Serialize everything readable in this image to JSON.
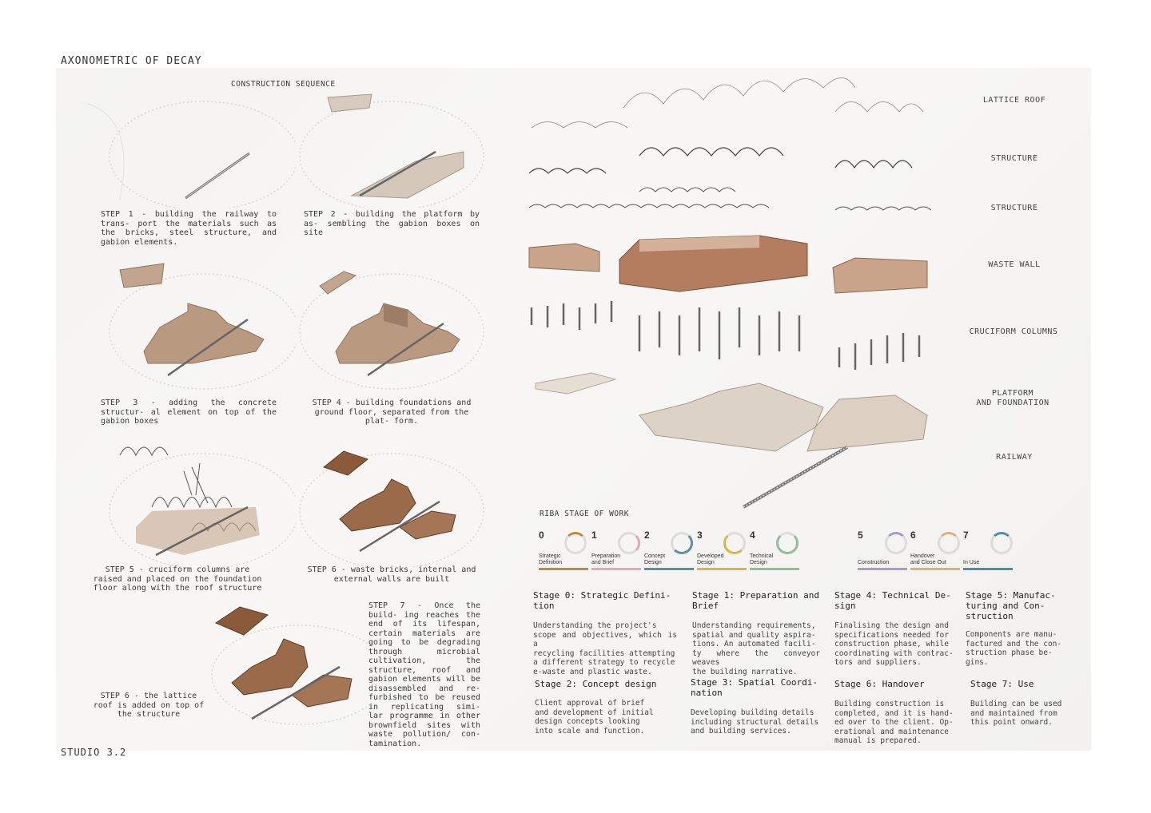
{
  "title": "AXONOMETRIC OF DECAY",
  "footer": "STUDIO 3.2",
  "sequence_title": "CONSTRUCTION SEQUENCE",
  "steps": [
    {
      "text": "STEP 1 - building the railway to trans-\nport the materials such as the bricks,\nsteel structure, and gabion elements."
    },
    {
      "text": "STEP 2 - building the platform by as-\nsembling the gabion boxes on site"
    },
    {
      "text": "STEP 3 - adding the concrete structur-\nal element on top of the gabion boxes"
    },
    {
      "text": "STEP 4 - building foundations and\nground floor, separated from the plat-\nform."
    },
    {
      "text": "STEP 5 - cruciform columns are raised\nand placed on the foundation floor\nalong with the roof structure"
    },
    {
      "text": "STEP 6 - waste bricks, internal and\nexternal walls are built"
    },
    {
      "text": "STEP 6 - the lattice roof\nis added on top of the\nstructure"
    },
    {
      "text": "STEP 7 - Once the build-\ning reaches the end of\nits lifespan, certain\nmaterials are going to\nbe degrading through\nmicrobial cultivation,\nthe structure, roof and\ngabion elements will be\ndisassembled and re-\nfurbished to be reused\nin replicating simi-\nlar programme in other\nbrownfield sites with\nwaste pollution/ con-\ntamination."
    }
  ],
  "layers": [
    "LATTICE ROOF",
    "STRUCTURE",
    "STRUCTURE",
    "WASTE WALL",
    "CRUCIFORM COLUMNS",
    "PLATFORM\nAND FOUNDATION",
    "RAILWAY"
  ],
  "riba": {
    "title": "RIBA STAGE OF WORK",
    "stages": [
      {
        "num": "0",
        "name": "Strategic\nDefinition",
        "color": "#c08a3e"
      },
      {
        "num": "1",
        "name": "Preparation\nand Brief",
        "color": "#e3a8b8"
      },
      {
        "num": "2",
        "name": "Concept\nDesign",
        "color": "#5b8fa8"
      },
      {
        "num": "3",
        "name": "Developed\nDesign",
        "color": "#d4b84a"
      },
      {
        "num": "4",
        "name": "Technical\nDesign",
        "color": "#8fbf9a"
      },
      {
        "num": "5",
        "name": "Construction",
        "color": "#a99ad0"
      },
      {
        "num": "6",
        "name": "Handover\nand Close Out",
        "color": "#d9b27a"
      },
      {
        "num": "7",
        "name": "In Use",
        "color": "#4a8fb0"
      }
    ]
  },
  "descriptions": [
    {
      "head": "Stage 0: Strategic Defini-\ntion",
      "body": "Understanding the project's\nscope and objectives, which is a\nrecycling facilities attempting\na different strategy to recycle\ne-waste and plastic waste."
    },
    {
      "head": "Stage 1: Preparation and\nBrief",
      "body": "Understanding requirements,\nspatial and quality aspira-\ntions. An automated facili-\nty where the conveyor weaves\nthe building narrative."
    },
    {
      "head": "Stage 4: Technical De-\nsign",
      "body": "Finalising the design and\nspecifications needed for\nconstruction phase, while\ncoordinating with contrac-\ntors and suppliers."
    },
    {
      "head": "Stage 5: Manufac-\nturing and Con-\nstruction",
      "body": "Components are manu-\nfactured and the con-\nstruction phase be-\ngins."
    },
    {
      "head": "Stage 2: Concept design",
      "body": "Client approval of brief\nand development of initial\ndesign concepts looking\ninto scale and function."
    },
    {
      "head": "Stage 3: Spatial Coordi-\nnation",
      "body": "Developing building details\nincluding structural details\nand building services."
    },
    {
      "head": "Stage 6: Handover",
      "body": "Building construction is\ncompleted, and it is hand-\ned over to the client. Op-\nerational and maintenance\nmanual is prepared."
    },
    {
      "head": "Stage 7: Use",
      "body": "Building can be used\nand maintained from\nthis point onward."
    }
  ]
}
